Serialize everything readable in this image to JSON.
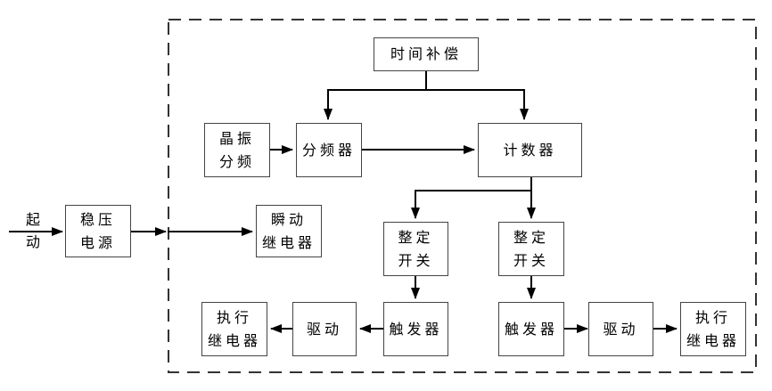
{
  "diagram": {
    "type": "block-diagram",
    "nodes": {
      "start_label": {
        "lines": [
          "起",
          "动"
        ]
      },
      "regulated_power": {
        "lines": [
          "稳压",
          "电源"
        ]
      },
      "instant_relay": {
        "lines": [
          "瞬动",
          "继电器"
        ]
      },
      "crystal_divider": {
        "lines": [
          "晶振",
          "分频"
        ]
      },
      "frequency_divider": {
        "lines": [
          "分频器"
        ]
      },
      "time_compensation": {
        "lines": [
          "时间补偿"
        ]
      },
      "counter": {
        "lines": [
          "计数器"
        ]
      },
      "setting_switch_left": {
        "lines": [
          "整定",
          "开关"
        ]
      },
      "setting_switch_right": {
        "lines": [
          "整定",
          "开关"
        ]
      },
      "trigger_left": {
        "lines": [
          "触发器"
        ]
      },
      "trigger_right": {
        "lines": [
          "触发器"
        ]
      },
      "drive_left": {
        "lines": [
          "驱动"
        ]
      },
      "drive_right": {
        "lines": [
          "驱动"
        ]
      },
      "exec_relay_left": {
        "lines": [
          "执行",
          "继电器"
        ]
      },
      "exec_relay_right": {
        "lines": [
          "执行",
          "继电器"
        ]
      }
    },
    "colors": {
      "arrow": "#000000",
      "box_border": "#444444",
      "dashed_boundary": "#333333",
      "background": "#ffffff",
      "text": "#000000"
    }
  }
}
